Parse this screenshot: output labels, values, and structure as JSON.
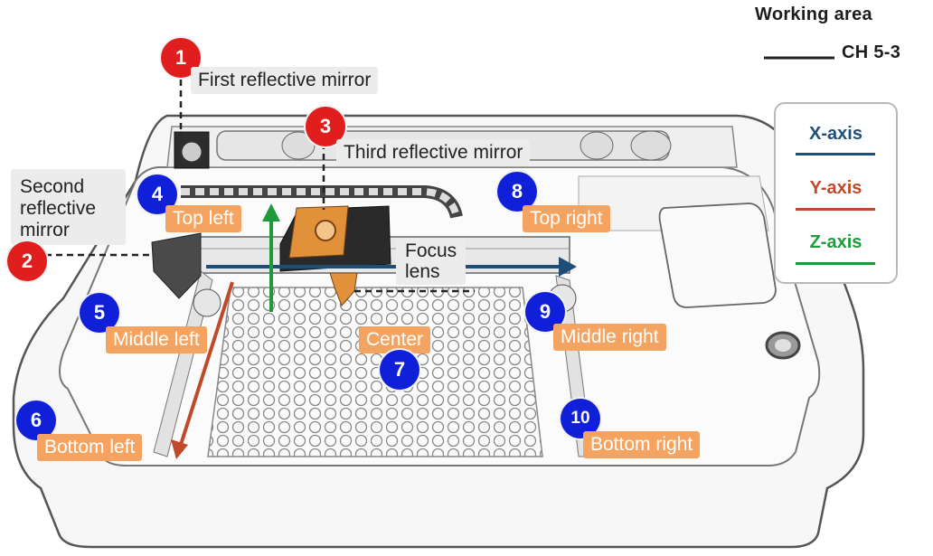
{
  "header": {
    "title": "Working area",
    "chapter": "CH 5-3"
  },
  "legend": {
    "items": [
      {
        "label": "X-axis",
        "color": "#1f4e79"
      },
      {
        "label": "Y-axis",
        "color": "#c0492a"
      },
      {
        "label": "Z-axis",
        "color": "#1e9a3a"
      }
    ]
  },
  "mirrors": [
    {
      "number": "1",
      "label": "First reflective mirror"
    },
    {
      "number": "2",
      "label": "Second reflective mirror"
    },
    {
      "number": "3",
      "label": "Third reflective mirror"
    }
  ],
  "focus_lens": {
    "line1": "Focus",
    "line2": "lens"
  },
  "second_mirror_lines": [
    "Second",
    "reflective",
    "mirror"
  ],
  "positions": [
    {
      "number": "4",
      "label": "Top left"
    },
    {
      "number": "5",
      "label": "Middle left"
    },
    {
      "number": "6",
      "label": "Bottom left"
    },
    {
      "number": "7",
      "label": "Center"
    },
    {
      "number": "8",
      "label": "Top right"
    },
    {
      "number": "9",
      "label": "Middle right"
    },
    {
      "number": "10",
      "label": "Bottom right"
    }
  ],
  "colors": {
    "x_axis": "#1f4e79",
    "y_axis": "#c0492a",
    "z_axis": "#1e9a3a",
    "mirror_badge": "#e01e1e",
    "position_badge": "#1020d8",
    "position_label": "#f4a460",
    "head": "#2a2a2a",
    "head_orange": "#e2913b"
  }
}
